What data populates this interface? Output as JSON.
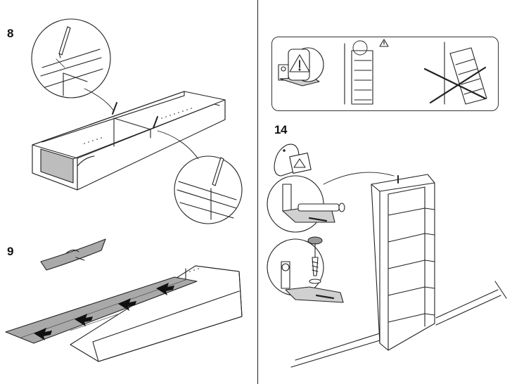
{
  "steps": {
    "step8": "8",
    "step9": "9",
    "step14": "14"
  },
  "icons": {
    "warning": "warning-triangle-icon",
    "pencil": "pencil-icon",
    "arrow": "arrow-icon",
    "cross": "cross-out-icon"
  },
  "colors": {
    "line": "#222222",
    "gray_fill": "#cfcfcf",
    "dark_fill": "#9a9a9a",
    "board": "#a9a9a9"
  }
}
